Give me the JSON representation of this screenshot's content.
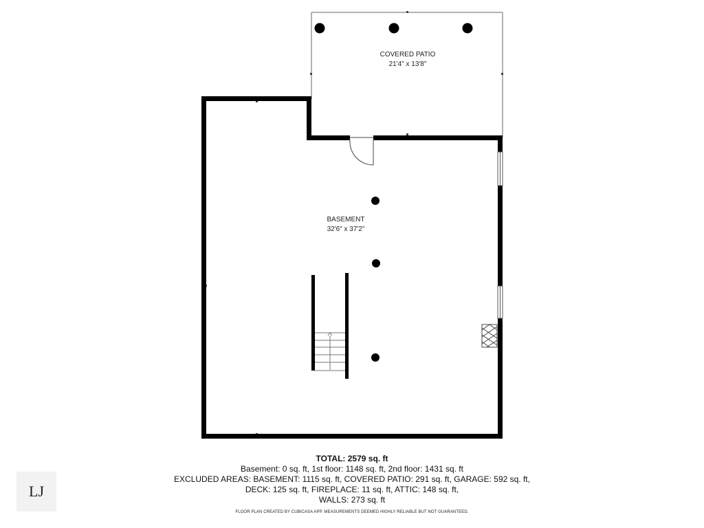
{
  "rooms": {
    "covered_patio": {
      "name": "COVERED PATIO",
      "dims": "21'4\" x 13'8\""
    },
    "basement": {
      "name": "BASEMENT",
      "dims": "32'6\" x 37'2\""
    }
  },
  "summary": {
    "total": "TOTAL: 2579 sq. ft",
    "line1": "Basement: 0 sq. ft, 1st floor: 1148 sq. ft, 2nd floor: 1431 sq. ft",
    "line2": "EXCLUDED AREAS: BASEMENT: 1115 sq. ft, COVERED PATIO: 291 sq. ft, GARAGE: 592 sq. ft,",
    "line3": "DECK: 125 sq. ft, FIREPLACE: 11 sq. ft, ATTIC: 148 sq. ft,",
    "line4": "WALLS: 273 sq. ft"
  },
  "disclaimer": "FLOOR PLAN CREATED BY CUBICASA APP. MEASUREMENTS DEEMED HIGHLY RELIABLE BUT NOT GUARANTEED.",
  "logo": {
    "monogram": "LJ"
  },
  "colors": {
    "wall": "#000000",
    "thin_line": "#555555",
    "background": "#ffffff"
  }
}
